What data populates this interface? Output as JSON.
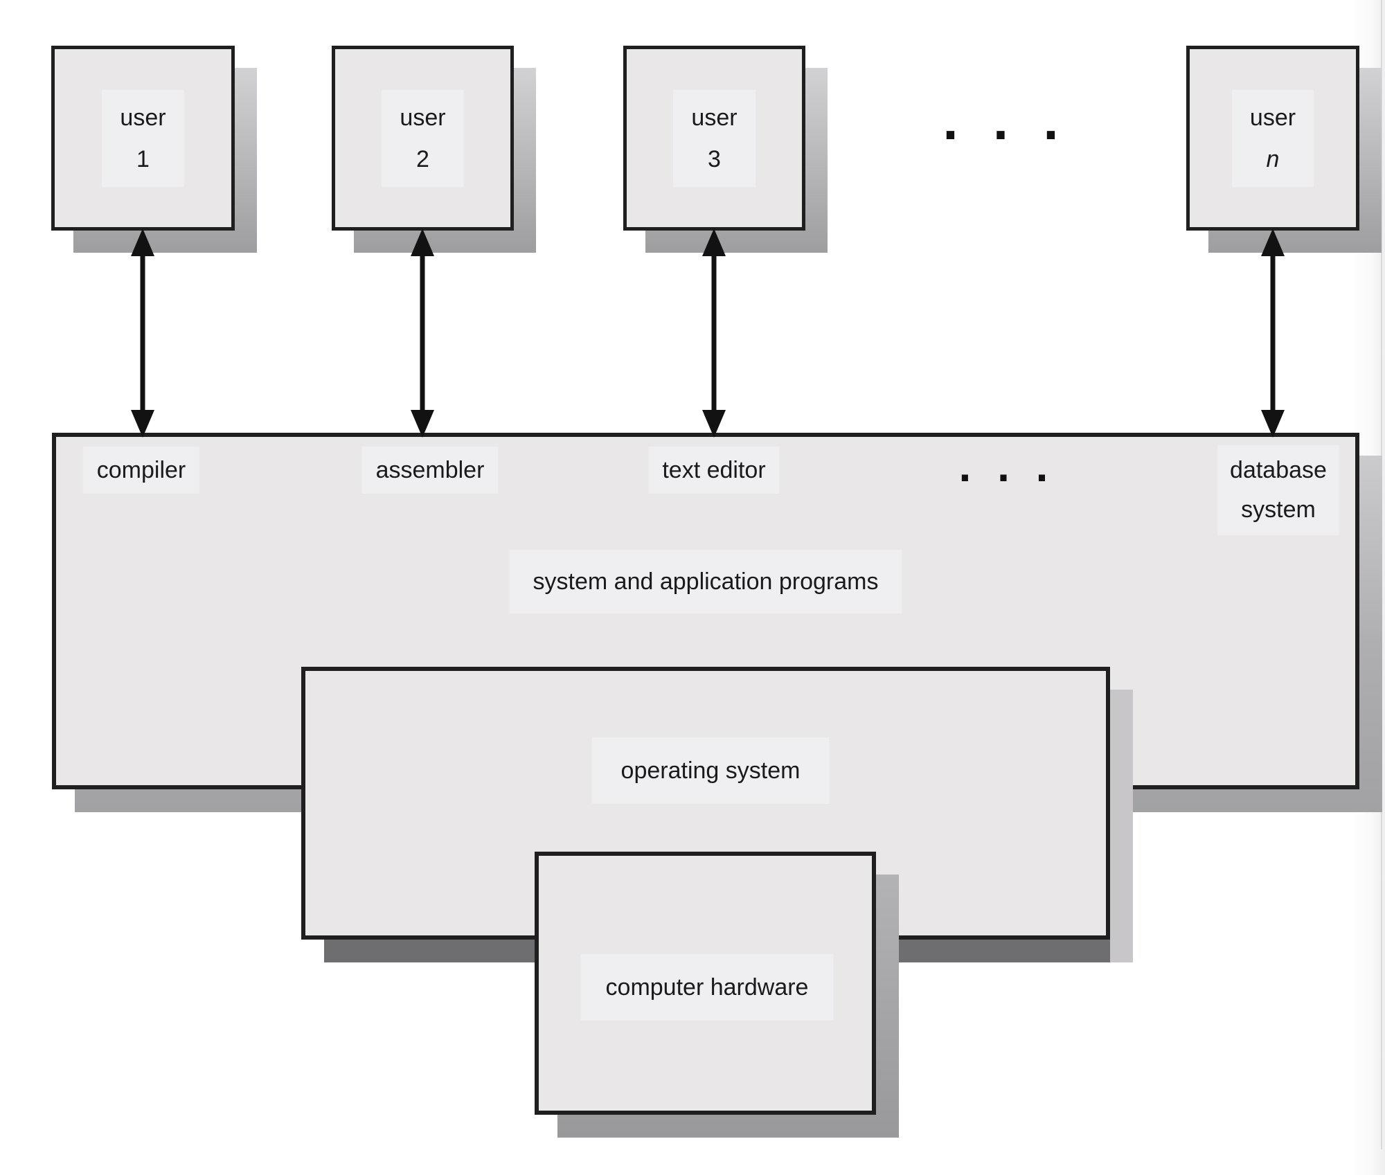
{
  "diagram": {
    "kind": "abstract view of the components of a computer system",
    "users": [
      {
        "line1": "user",
        "line2": "1"
      },
      {
        "line1": "user",
        "line2": "2"
      },
      {
        "line1": "user",
        "line2": "3"
      },
      {
        "line1": "user",
        "line2": "n"
      }
    ],
    "users_ellipsis": ". . .",
    "programs_box": {
      "items": [
        "compiler",
        "assembler",
        "text editor"
      ],
      "ellipsis": ". . .",
      "last_item_line1": "database",
      "last_item_line2": "system",
      "title": "system and application programs"
    },
    "os_box": {
      "label": "operating system"
    },
    "hardware_box": {
      "label": "computer hardware"
    }
  },
  "colors": {
    "background": "#ffffff",
    "box_fill": "#e9e7e8",
    "label_patch": "#efeef0",
    "border": "#1f1f1f",
    "text": "#1a1a1a",
    "arrow": "#121212",
    "shadow_light": "#d2d1d3",
    "shadow_mid": "#aeadaf",
    "shadow_dark": "#9e9da0",
    "os_shadow_bottom": "#6e6d70",
    "os_shadow_right": "#c8c6c8"
  }
}
